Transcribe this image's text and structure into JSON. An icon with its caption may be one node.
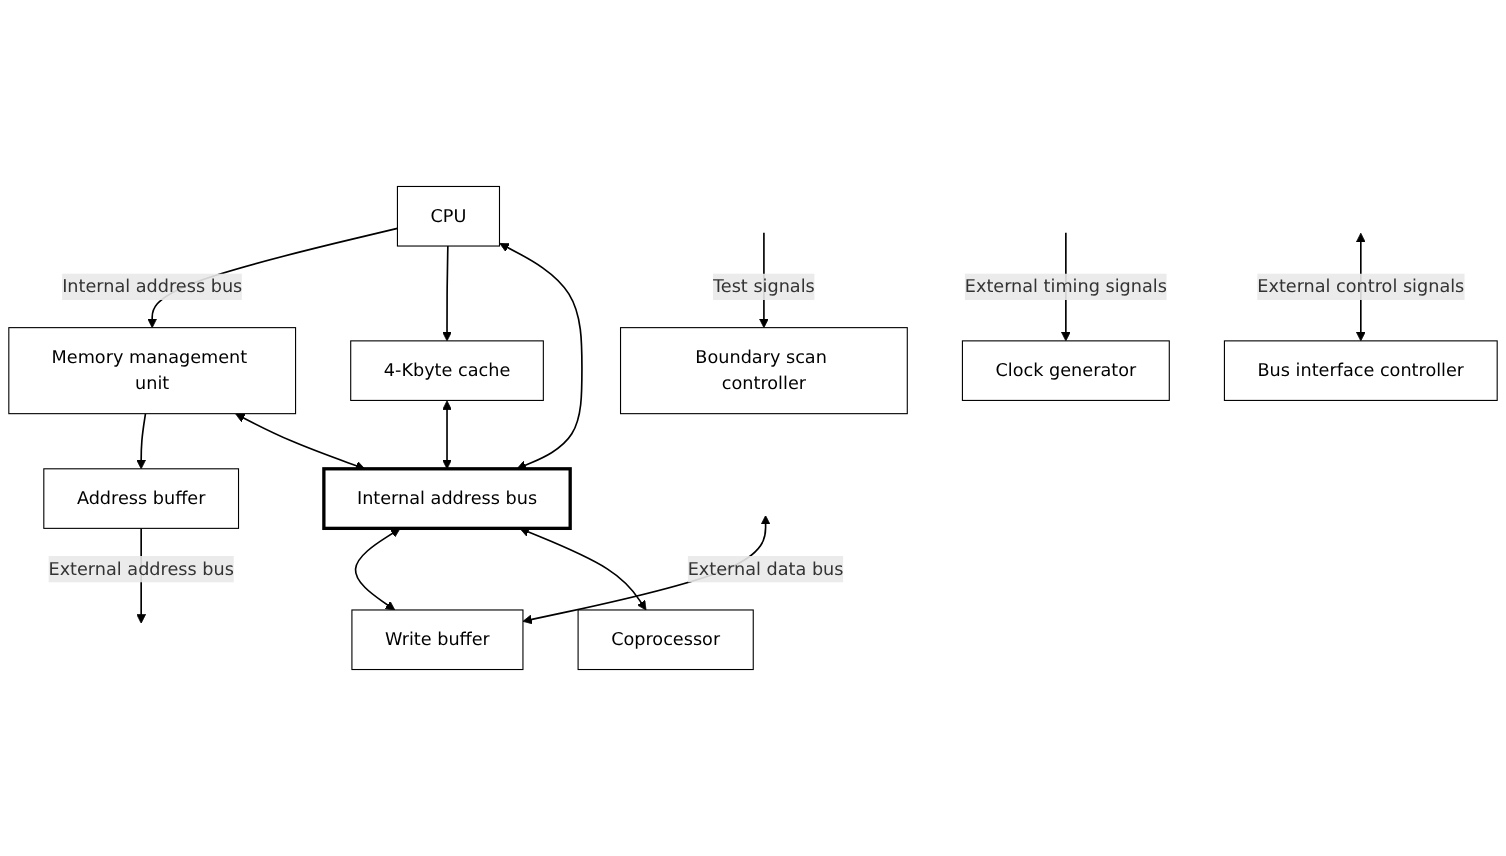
{
  "diagram": {
    "nodes": [
      {
        "text": [
          "Address buffer"
        ]
      },
      {
        "text": [
          "Memory management unit"
        ]
      },
      {
        "text": [
          "4-Kbyte cache"
        ]
      },
      {
        "text": [
          "CPU"
        ]
      },
      {
        "text": [
          "Internal address bus"
        ]
      },
      {
        "text": [
          "Write buffer"
        ]
      },
      {
        "text": [
          "Coprocessor"
        ]
      },
      {
        "text": [
          "Boundary scan controller"
        ]
      },
      {
        "text": [
          "Clock generator"
        ]
      },
      {
        "text": [
          "Bus interface controller"
        ]
      }
    ],
    "edges": [
      {
        "from": 0,
        "to": null,
        "arrow": "to",
        "label": "External address bus"
      },
      {
        "from": 1,
        "to": 0,
        "arrow": "to"
      },
      {
        "from": 3,
        "to": 1,
        "arrow": "to",
        "label": "Internal address bus"
      },
      {
        "from": 3,
        "to": 2,
        "arrow": "to"
      },
      {
        "from": 1,
        "to": 4,
        "arrow": "both"
      },
      {
        "from": 2,
        "to": 4,
        "arrow": "both"
      },
      {
        "from": 3,
        "to": 4,
        "arrow": "both"
      },
      {
        "from": 4,
        "to": 5,
        "arrow": "both"
      },
      {
        "from": 4,
        "to": 6,
        "arrow": "both"
      },
      {
        "from": null,
        "to": 5,
        "arrow": "both",
        "label": "External data bus"
      },
      {
        "from": null,
        "to": 7,
        "arrow": "to",
        "label": "Test signals"
      },
      {
        "from": null,
        "to": 8,
        "arrow": "to",
        "label": "External timing signals"
      },
      {
        "from": null,
        "to": 9,
        "arrow": "both",
        "label": "External control signals"
      }
    ]
  }
}
